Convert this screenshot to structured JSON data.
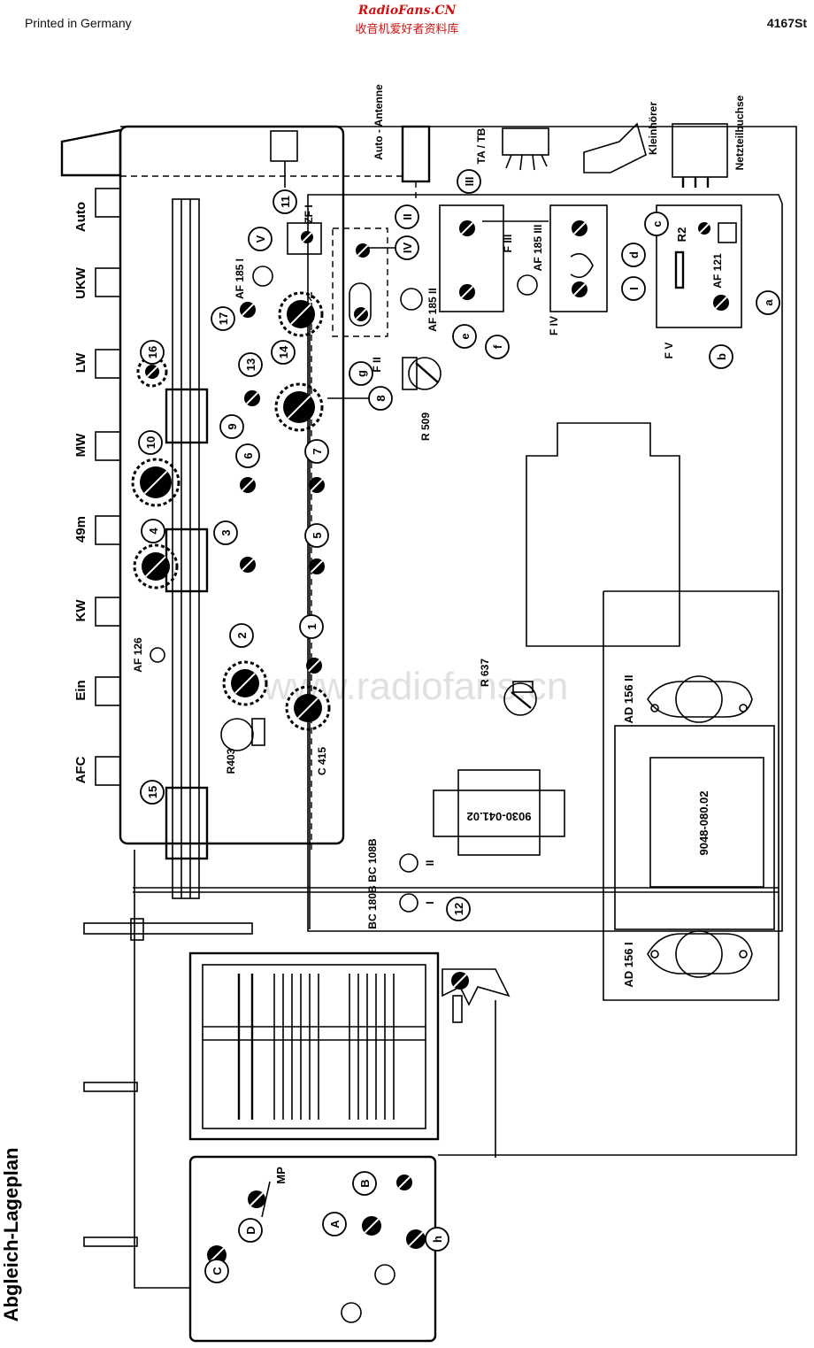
{
  "header": {
    "printed": "Printed in Germany",
    "site": "RadioFans.CN",
    "site_cn": "收音机爱好者资料库",
    "code": "4167St"
  },
  "title": "Abgleich-Lageplan",
  "watermark": "www.radiofans.cn",
  "band_buttons": [
    "Auto",
    "UKW",
    "LW",
    "MW",
    "49m",
    "KW",
    "Ein",
    "AFC"
  ],
  "connectors": {
    "antenna": "Auto - Antenne",
    "tape": "TA / TB",
    "earphone": "Kleinhörer",
    "mains": "Netzteilbuchse"
  },
  "markers": [
    "1",
    "2",
    "3",
    "4",
    "5",
    "6",
    "7",
    "8",
    "9",
    "10",
    "11",
    "12",
    "13",
    "14",
    "15",
    "16",
    "17"
  ],
  "roman_markers": [
    "I",
    "II",
    "III",
    "IV",
    "V"
  ],
  "letter_markers": [
    "a",
    "b",
    "c",
    "d",
    "e",
    "f",
    "g",
    "h",
    "A",
    "B",
    "C",
    "D"
  ],
  "components": {
    "t_af126": "AF 126",
    "t_af185_1": "AF 185 I",
    "t_af185_2": "AF 185 II",
    "t_af185_3": "AF 185 III",
    "t_af121": "AF 121",
    "r403": "R403",
    "c415": "C 415",
    "r509": "R 509",
    "r637": "R 637",
    "r2": "R2",
    "zf1": "ZF I",
    "f2": "F II",
    "f3": "F III",
    "f4": "F IV",
    "f5": "F V",
    "bc108": "BC 108B",
    "bc108_n": "II",
    "bc180": "BC 180B",
    "bc180_n": "I",
    "ad156_2": "AD 156 II",
    "ad156_1": "AD 156 I",
    "xf1": "9030-041.02",
    "xf2": "9048-080.02",
    "mp": "MP"
  }
}
